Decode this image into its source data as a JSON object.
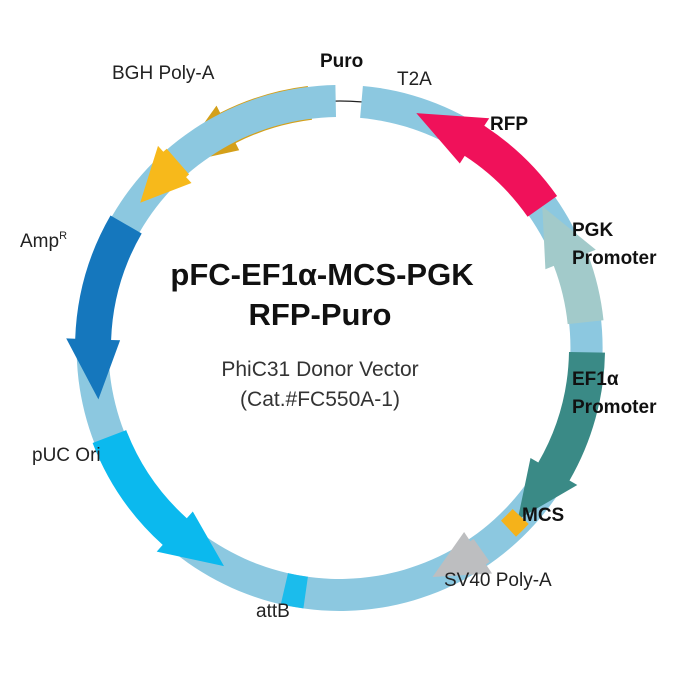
{
  "title_line1": "pFC-EF1α-MCS-PGK",
  "title_line2": "RFP-Puro",
  "subtitle_line1": "PhiC31 Donor Vector",
  "subtitle_line2": "(Cat.#FC550A-1)",
  "features": [
    {
      "id": "puro",
      "name": "Puro",
      "bold": true,
      "kind": "arrow",
      "color": "#D4A01A"
    },
    {
      "id": "t2a",
      "name": "T2A",
      "bold": false,
      "kind": "block",
      "color": "#8CC8E0"
    },
    {
      "id": "rfp",
      "name": "RFP",
      "bold": true,
      "kind": "arrow",
      "color": "#F0115A"
    },
    {
      "id": "pgk",
      "name": "PGK",
      "name2": "Promoter",
      "bold": true,
      "kind": "arrow",
      "color": "#A2CACA"
    },
    {
      "id": "ef1a",
      "name": "EF1α",
      "name2": "Promoter",
      "bold": true,
      "kind": "arrow",
      "color": "#3A8A86"
    },
    {
      "id": "mcs",
      "name": "MCS",
      "bold": true,
      "kind": "block",
      "color": "#F5B21A"
    },
    {
      "id": "sv40",
      "name": "SV40 Poly-A",
      "bold": false,
      "kind": "arrow",
      "color": "#BDBEC0"
    },
    {
      "id": "attb",
      "name": "attB",
      "bold": false,
      "kind": "block",
      "color": "#1BBCEC"
    },
    {
      "id": "puc",
      "name": "pUC Ori",
      "bold": false,
      "kind": "arrow",
      "color": "#0BB9EE"
    },
    {
      "id": "amp",
      "name": "Amp",
      "sup": "R",
      "bold": false,
      "kind": "arrow",
      "color": "#1577BD"
    },
    {
      "id": "bgh",
      "name": "BGH Poly-A",
      "bold": false,
      "kind": "arrow",
      "color": "#F7B91B"
    }
  ]
}
